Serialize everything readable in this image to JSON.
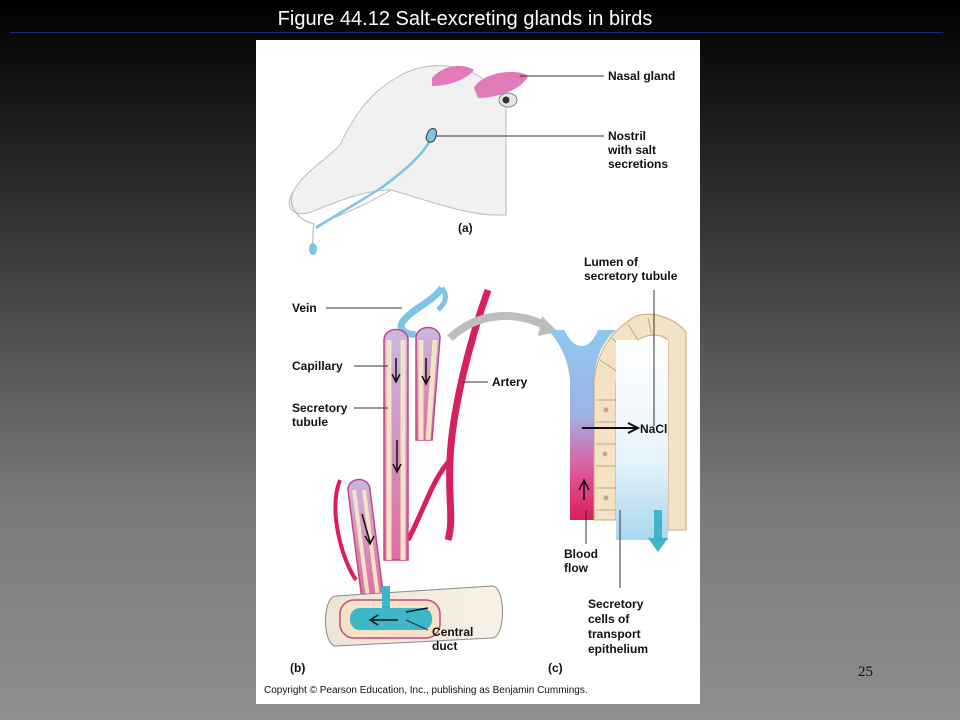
{
  "slide": {
    "title": "Figure 44.12  Salt-excreting glands in birds",
    "page_number": "25",
    "copyright": "Copyright © Pearson Education, Inc., publishing as Benjamin Cummings."
  },
  "panel_a": {
    "letter": "(a)",
    "labels": {
      "nasal_gland": "Nasal gland",
      "nostril_1": "Nostril",
      "nostril_2": "with salt",
      "nostril_3": "secretions"
    }
  },
  "panel_b": {
    "letter": "(b)",
    "labels": {
      "vein": "Vein",
      "capillary": "Capillary",
      "secretory_1": "Secretory",
      "secretory_2": "tubule",
      "artery": "Artery",
      "central_1": "Central",
      "central_2": "duct"
    }
  },
  "panel_c": {
    "letter": "(c)",
    "labels": {
      "lumen_1": "Lumen of",
      "lumen_2": "secretory tubule",
      "nacl": "NaCl",
      "blood_1": "Blood",
      "blood_2": "flow",
      "cells_1": "Secretory",
      "cells_2": "cells of",
      "cells_3": "transport",
      "cells_4": "epithelium"
    }
  },
  "colors": {
    "vein_blue": "#7ec4e6",
    "artery_red": "#d8205a",
    "gland_pink": "#e07ab8",
    "cell_tan": "#f4e2c6"
  }
}
